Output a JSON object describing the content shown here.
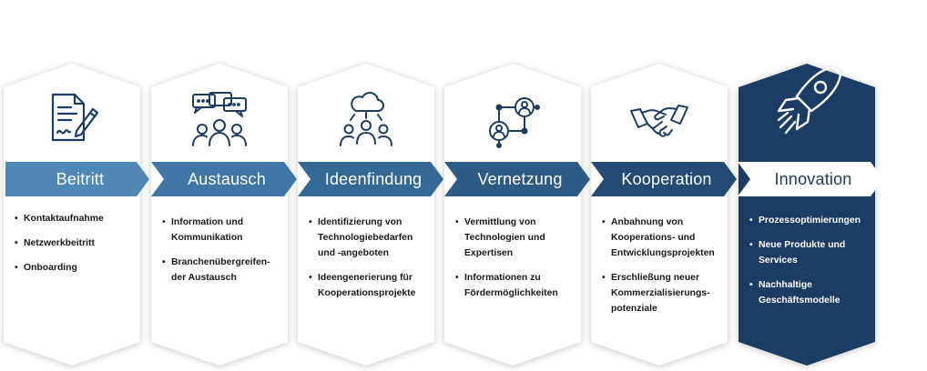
{
  "colors": {
    "arrow_1": "#4f87b5",
    "arrow_2": "#3f76a6",
    "arrow_3": "#346895",
    "arrow_4": "#2d5b86",
    "arrow_5": "#234b74",
    "arrow_6": "#ffffff",
    "dark_column": "#1b3c63",
    "icon_stroke": "#1b3c63"
  },
  "stages": [
    {
      "label": "Beitritt",
      "icon": "document-signature-icon",
      "bullets": [
        "Kontaktaufnahme",
        "Netzwerkbeitritt",
        "Onboarding"
      ]
    },
    {
      "label": "Austausch",
      "icon": "group-chat-icon",
      "bullets": [
        "Information und Kommunikation",
        "Branchenübergreifen-der Austausch"
      ]
    },
    {
      "label": "Ideenfindung",
      "icon": "cloud-team-icon",
      "bullets": [
        "Identifizierung von Technologiebedarfen und -angeboten",
        "Ideengenerierung für Kooperationsprojekte"
      ]
    },
    {
      "label": "Vernetzung",
      "icon": "network-people-icon",
      "bullets": [
        "Vermittlung von Technologien und Expertisen",
        "Informationen zu Fördermöglichkeiten"
      ]
    },
    {
      "label": "Kooperation",
      "icon": "handshake-icon",
      "bullets": [
        "Anbahnung von Kooperations- und Entwicklungsprojekten",
        "Erschließung neuer Kommerzialisierungs-potenziale"
      ]
    },
    {
      "label": "Innovation",
      "icon": "rocket-icon",
      "bullets": [
        "Prozessoptimierungen",
        "Neue Produkte und Services",
        "Nachhaltige Geschäftsmodelle"
      ]
    }
  ]
}
